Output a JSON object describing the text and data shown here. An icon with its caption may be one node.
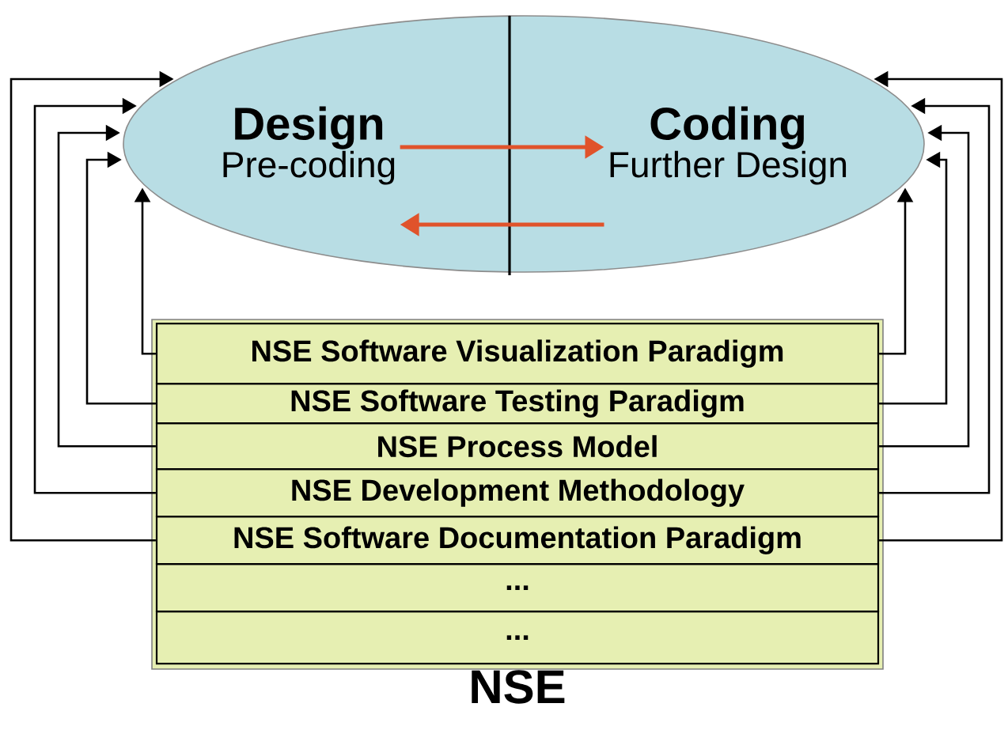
{
  "diagram": {
    "nodes": [
      {
        "text": [
          "Design",
          "Pre-coding"
        ]
      },
      {
        "text": [
          "Coding",
          "Further Design"
        ]
      },
      {
        "text": [
          "NSE"
        ]
      },
      {
        "text": [
          "NSE Software Visualization Paradigm"
        ],
        "in": 2
      },
      {
        "text": [
          "NSE Software Testing Paradigm"
        ],
        "in": 2
      },
      {
        "text": [
          "NSE Process Model"
        ],
        "in": 2
      },
      {
        "text": [
          "NSE Development Methodology"
        ],
        "in": 2
      },
      {
        "text": [
          "NSE Software Documentation Paradigm"
        ],
        "in": 2
      },
      {
        "text": [
          "..."
        ],
        "in": 2
      },
      {
        "text": [
          "..."
        ],
        "in": 2
      }
    ],
    "edges": [
      {
        "from": 0,
        "to": 1,
        "arrow": "to",
        "color": "#e0532b"
      },
      {
        "from": 1,
        "to": 0,
        "arrow": "to",
        "color": "#e0532b"
      },
      {
        "from": 3,
        "to": 0,
        "arrow": "to"
      },
      {
        "from": 4,
        "to": 0,
        "arrow": "to"
      },
      {
        "from": 5,
        "to": 0,
        "arrow": "to"
      },
      {
        "from": 6,
        "to": 0,
        "arrow": "to"
      },
      {
        "from": 7,
        "to": 0,
        "arrow": "to"
      },
      {
        "from": 3,
        "to": 1,
        "arrow": "to"
      },
      {
        "from": 4,
        "to": 1,
        "arrow": "to"
      },
      {
        "from": 5,
        "to": 1,
        "arrow": "to"
      },
      {
        "from": 6,
        "to": 1,
        "arrow": "to"
      },
      {
        "from": 7,
        "to": 1,
        "arrow": "to"
      }
    ]
  }
}
